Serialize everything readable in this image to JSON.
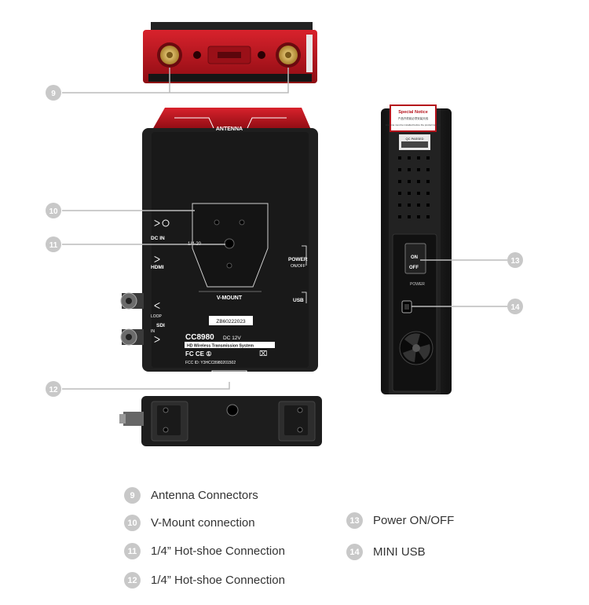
{
  "device": {
    "antenna_label": "ANTENNA",
    "dc_in_label": "DC IN",
    "hdmi_label": "HDMI",
    "sdi_label": "SDI",
    "loop_label": "LOOP",
    "in_label": "IN",
    "quarter20_label": "1/4-20",
    "vmount_label": "V-MOUNT",
    "power_label": "POWER",
    "power_onoff_label": "ON/OFF",
    "usb_label": "USB",
    "serial": "ZB60222023",
    "model": "CC8980",
    "power_spec": "DC 12V",
    "subtitle": "HD Wireless Transmission System",
    "cert_marks": "FC CE ①",
    "fcc_id": "FCC ID: Y3HCC8980201502",
    "bottom_label": "1/4-20",
    "special_notice_title": "Special Notice",
    "special_notice_cn": "产品开机前必须安装天线",
    "special_notice_en": "Antenna must be installed before the product turn on",
    "qc_label": "QC PASSED",
    "switch_on": "ON",
    "switch_off": "OFF",
    "switch_power_label": "POWER"
  },
  "callouts": [
    "9",
    "10",
    "11",
    "12",
    "13",
    "14"
  ],
  "legend": [
    {
      "num": "9",
      "text": "Antenna Connectors"
    },
    {
      "num": "10",
      "text": "V-Mount connection"
    },
    {
      "num": "11",
      "text": "1/4” Hot-shoe Connection"
    },
    {
      "num": "12",
      "text": "1/4” Hot-shoe Connection"
    },
    {
      "num": "13",
      "text": "Power ON/OFF"
    },
    {
      "num": "14",
      "text": "MINI USB"
    }
  ],
  "colors": {
    "device_red": "#b5121b",
    "body_black": "#1c1c1c",
    "callout_gray": "#c8c8c8"
  }
}
